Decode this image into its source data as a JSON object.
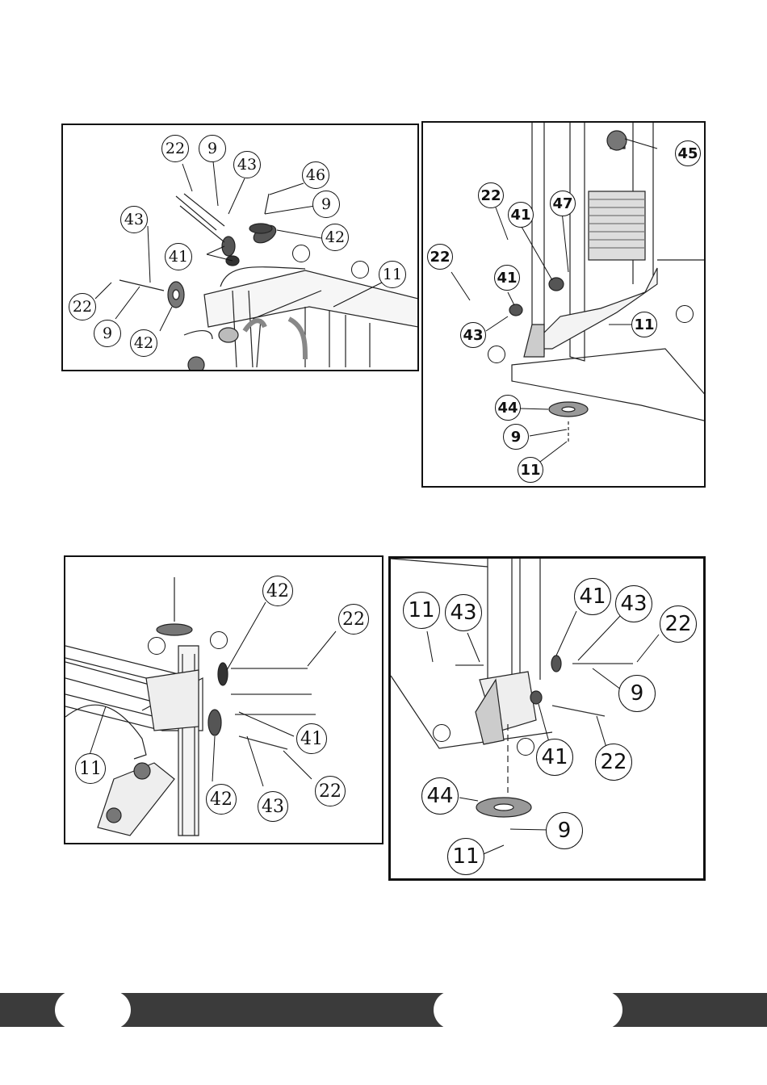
{
  "panel_top_left": {
    "callouts": [
      "22",
      "9",
      "43",
      "46",
      "9",
      "43",
      "42",
      "41",
      "11",
      "22",
      "9",
      "42"
    ]
  },
  "panel_top_right": {
    "callouts": [
      "45",
      "22",
      "47",
      "41",
      "22",
      "41",
      "43",
      "11",
      "44",
      "9",
      "11"
    ]
  },
  "panel_bottom_left": {
    "callouts": [
      "42",
      "22",
      "41",
      "11",
      "42",
      "43",
      "22"
    ]
  },
  "panel_bottom_right": {
    "callouts": [
      "11",
      "43",
      "41",
      "43",
      "22",
      "9",
      "41",
      "22",
      "44",
      "9",
      "11"
    ]
  },
  "footer": {
    "color": "#3b3b3b"
  }
}
